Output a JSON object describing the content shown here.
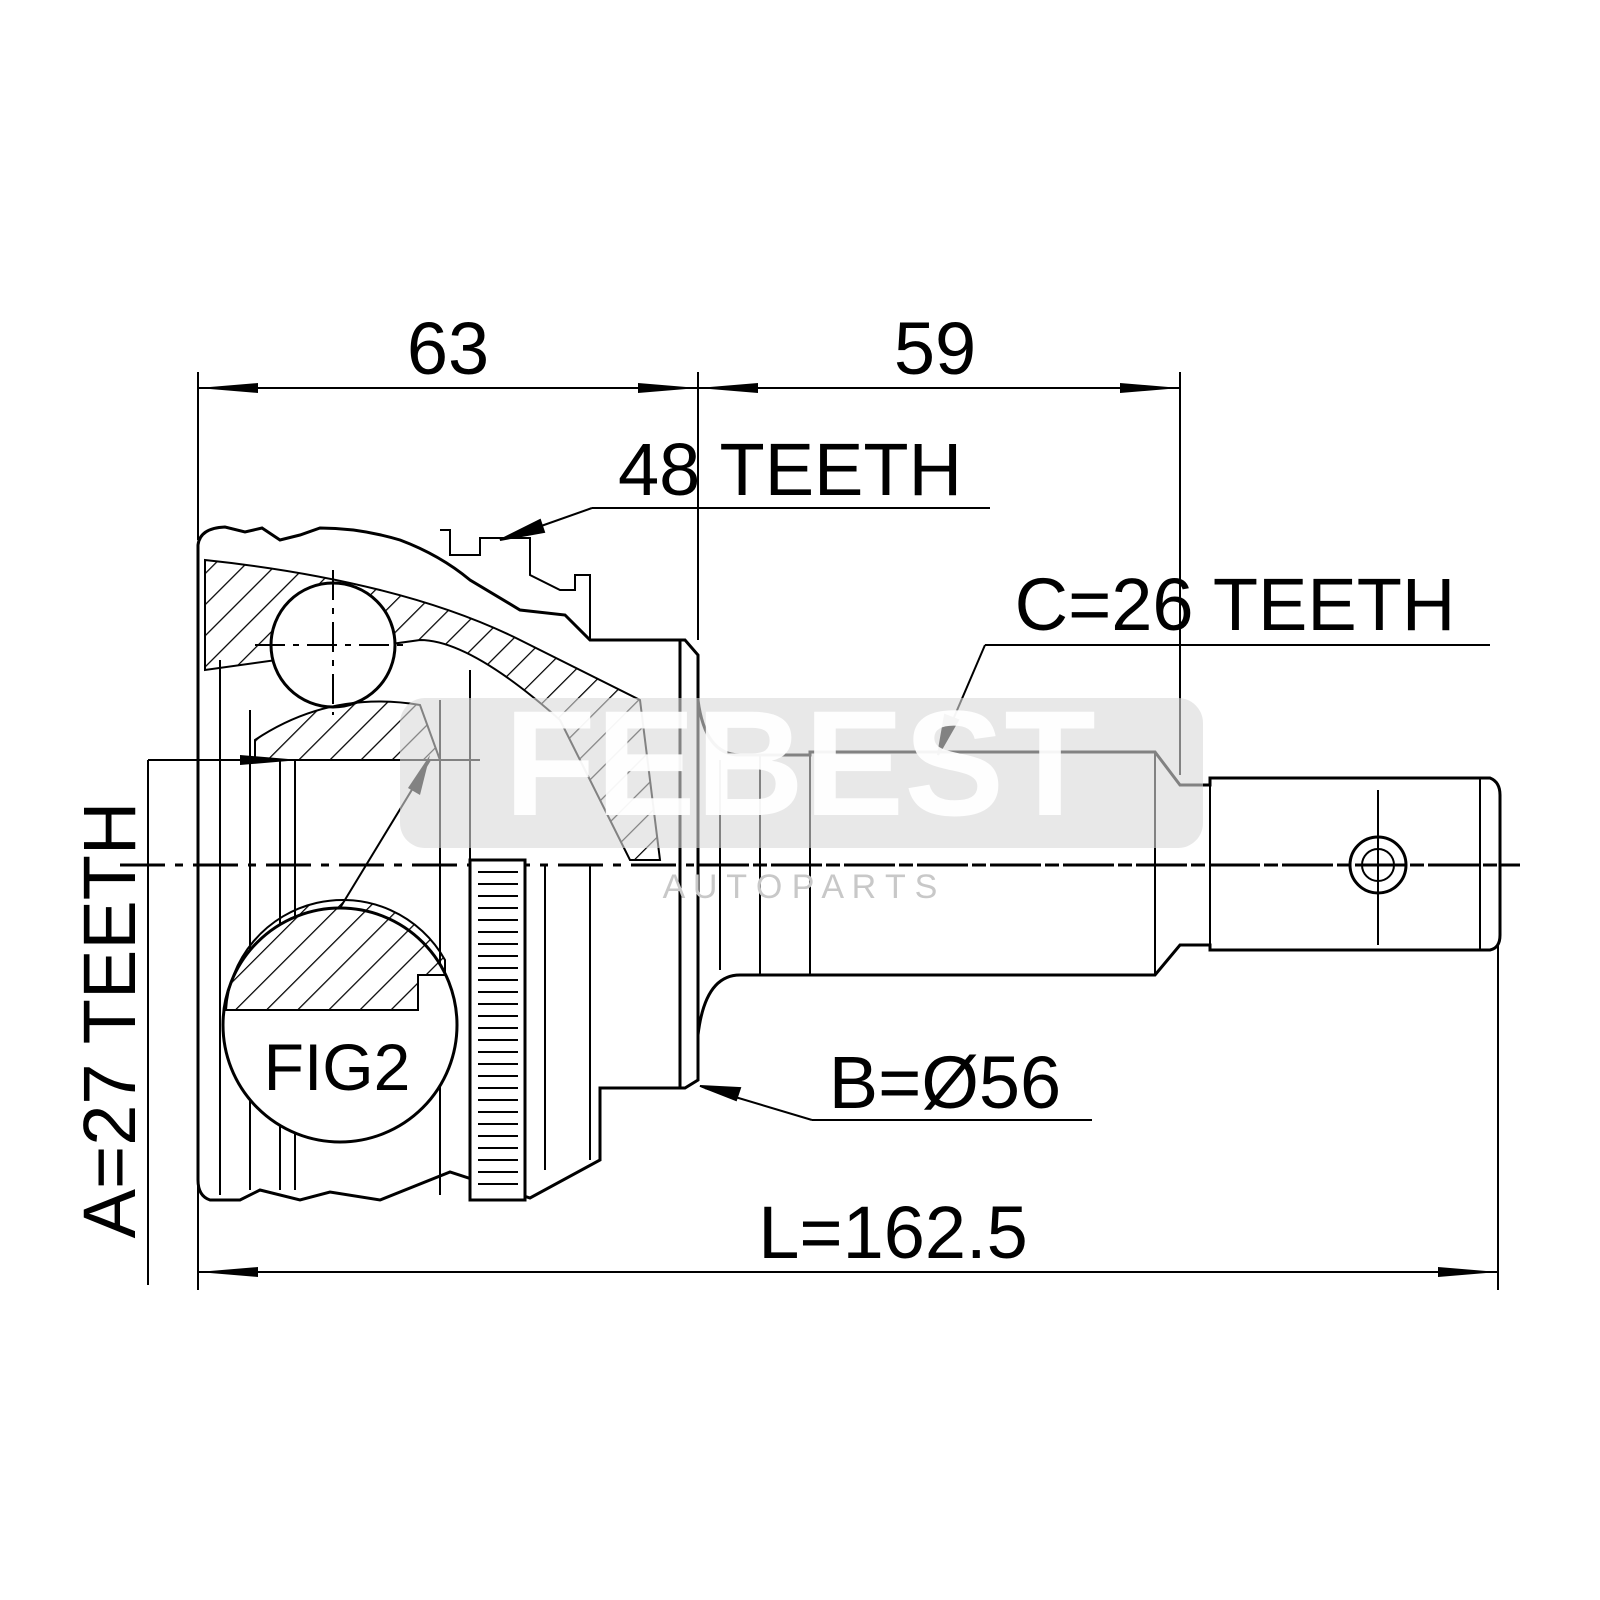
{
  "dimensions": {
    "width_63": "63",
    "width_59": "59",
    "outer_teeth": "48 TEETH",
    "shaft_teeth": "C=26 TEETH",
    "seal_diameter": "B=Ø56",
    "length": "L=162.5",
    "inner_teeth": "A=27 TEETH",
    "figure_label": "FIG2"
  },
  "watermark": {
    "brand": "FEBEST",
    "subtitle": "A U T O P A R T S"
  },
  "colors": {
    "line": "#000000",
    "watermark": "#e3e3e3"
  }
}
